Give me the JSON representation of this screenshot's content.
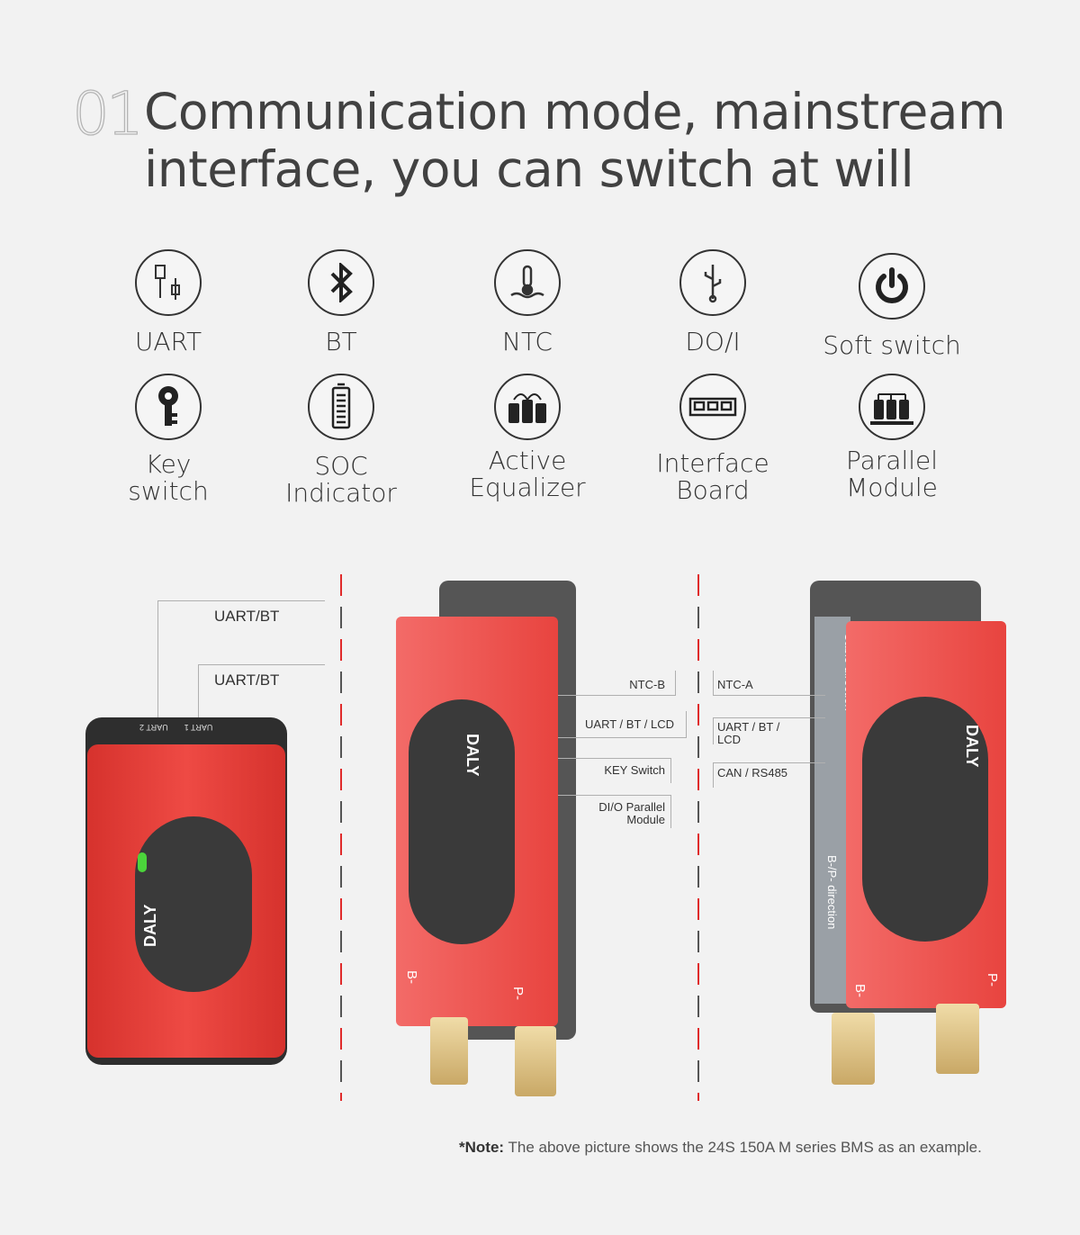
{
  "header": {
    "number": "01",
    "title_line1": "Communication mode, mainstream",
    "title_line2": "interface, you can switch at will"
  },
  "features": [
    {
      "label": "UART",
      "icon": "usb-cable-icon"
    },
    {
      "label": "BT",
      "icon": "bluetooth-icon"
    },
    {
      "label": "NTC",
      "icon": "thermometer-icon"
    },
    {
      "label": "DO/I",
      "icon": "usb-icon"
    },
    {
      "label": "Soft switch",
      "icon": "power-icon"
    },
    {
      "label": "Key switch",
      "icon": "key-icon"
    },
    {
      "label": "SOC Indicator",
      "icon": "battery-icon"
    },
    {
      "label": "Active Equalizer",
      "icon": "equalizer-icon"
    },
    {
      "label": "Interface Board",
      "icon": "interface-board-icon"
    },
    {
      "label": "Parallel Module",
      "icon": "parallel-module-icon"
    }
  ],
  "left_device": {
    "callouts": [
      "UART/BT",
      "UART/BT"
    ],
    "port_labels": [
      "UART 2",
      "UART 1"
    ],
    "brand": "DALY"
  },
  "middle_device": {
    "callouts": [
      "NTC-B",
      "UART / BT / LCD",
      "KEY Switch",
      "DI/O Parallel Module"
    ],
    "terminals": [
      "B-",
      "P-"
    ],
    "brand": "DALY"
  },
  "right_device": {
    "callouts": [
      "NTC-A",
      "UART / BT / LCD",
      "CAN / RS485"
    ],
    "cable_direction": "Cable direction",
    "bp_direction": "B-/P- direction",
    "terminals": [
      "B-",
      "P-"
    ],
    "brand": "DALY"
  },
  "colors": {
    "device_red": "#e8443f",
    "accent_red": "#e02b2b",
    "text": "#414141"
  },
  "note": {
    "prefix": "*Note:",
    "text": " The above picture shows the 24S 150A M series BMS as an example."
  }
}
